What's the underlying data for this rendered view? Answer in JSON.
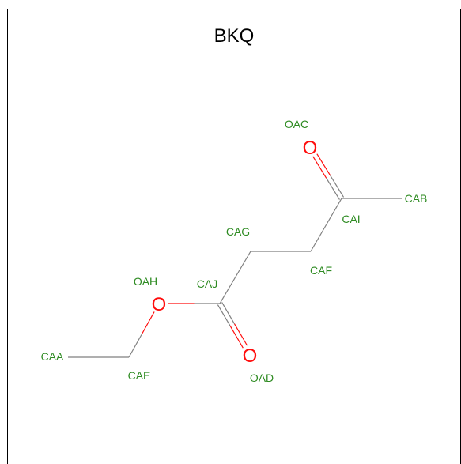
{
  "title": "BKQ",
  "colors": {
    "carbon": "#2e8b22",
    "oxygen": "#ff0d0d",
    "bond": "#7f7f7f",
    "title": "#000000"
  },
  "atoms": [
    {
      "id": "oac",
      "element": "O",
      "name": "OAC"
    },
    {
      "id": "cab",
      "element": "C",
      "name": "CAB"
    },
    {
      "id": "cai",
      "element": "C",
      "name": "CAI"
    },
    {
      "id": "cag",
      "element": "C",
      "name": "CAG"
    },
    {
      "id": "caf",
      "element": "C",
      "name": "CAF"
    },
    {
      "id": "oah",
      "element": "O",
      "name": "OAH"
    },
    {
      "id": "caj",
      "element": "C",
      "name": "CAJ"
    },
    {
      "id": "caa",
      "element": "C",
      "name": "CAA"
    },
    {
      "id": "oad",
      "element": "O",
      "name": "OAD"
    },
    {
      "id": "cae",
      "element": "C",
      "name": "CAE"
    }
  ],
  "bonds": [
    {
      "from": "cai",
      "to": "cab",
      "order": 1
    },
    {
      "from": "cai",
      "to": "oac",
      "order": 2
    },
    {
      "from": "cai",
      "to": "caf",
      "order": 1
    },
    {
      "from": "caf",
      "to": "cag",
      "order": 1
    },
    {
      "from": "cag",
      "to": "caj",
      "order": 1
    },
    {
      "from": "caj",
      "to": "oad",
      "order": 2
    },
    {
      "from": "caj",
      "to": "oah",
      "order": 1
    },
    {
      "from": "oah",
      "to": "cae",
      "order": 1
    },
    {
      "from": "cae",
      "to": "caa",
      "order": 1
    }
  ]
}
